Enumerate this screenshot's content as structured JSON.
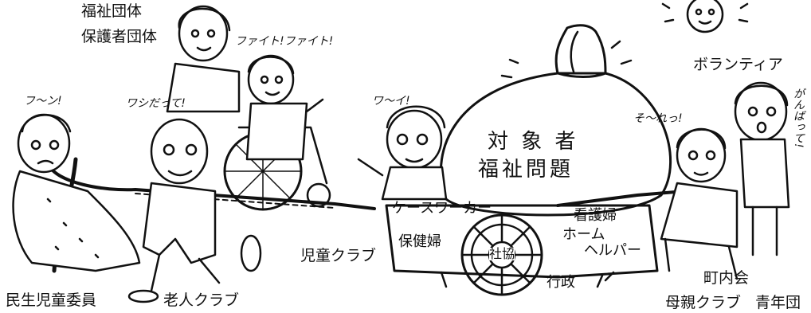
{
  "labels": {
    "fukushi_dantai": "福祉団体",
    "hogosha_dantai": "保護者団体",
    "minsei_jido_iin": "民生児童委員",
    "roujin_club": "老人クラブ",
    "jido_club": "児童クラブ",
    "borantia": "ボランティア",
    "chonaikai": "町内会",
    "fubo_club": "母親クラブ",
    "seinendan": "青年団"
  },
  "bag": {
    "line1": "対 象 者",
    "line2": "福祉問題"
  },
  "cart": {
    "caseworker": "ケースワーカー",
    "hokenpu": "保健婦",
    "kangofu": "看護婦",
    "home": "ホーム",
    "helper": "ヘルパー",
    "shakyo": "社協",
    "gyosei": "行政"
  },
  "speech": {
    "fight": "ファイト!ファイト!",
    "fuun": "フ〜ン!",
    "washi": "ワシだって!",
    "waai": "ワ〜イ!",
    "soure": "そ〜れっ!",
    "ganbate": "がんばって!"
  }
}
